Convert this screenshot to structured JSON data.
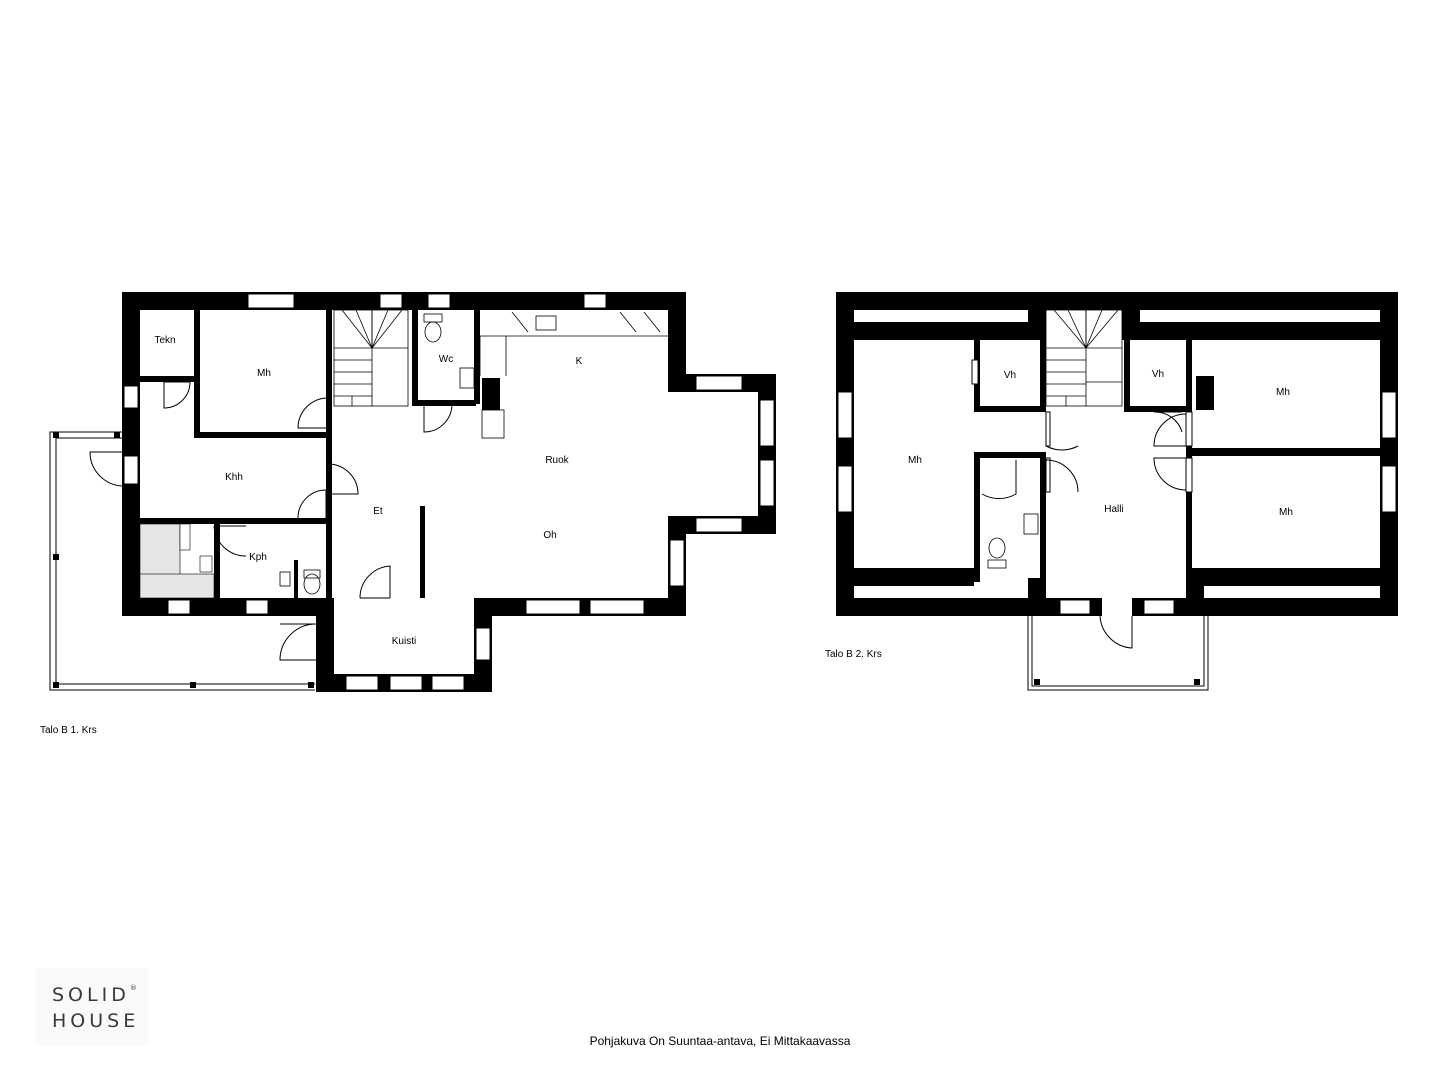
{
  "floors": [
    {
      "label": "Talo B 1. Krs",
      "rooms": [
        "Tekn",
        "Mh",
        "Wc",
        "K",
        "Ruok",
        "Khh",
        "Et",
        "Oh",
        "Kph",
        "Kuisti"
      ]
    },
    {
      "label": "Talo B 2. Krs",
      "rooms": [
        "Vh",
        "Vh",
        "Mh",
        "Mh",
        "Halli",
        "Mh"
      ]
    }
  ],
  "disclaimer": "Pohjakuva On Suuntaa-antava, Ei Mittakaavassa",
  "logo": {
    "line1": "SOLID",
    "line2": "HOUSE",
    "mark": "®"
  }
}
